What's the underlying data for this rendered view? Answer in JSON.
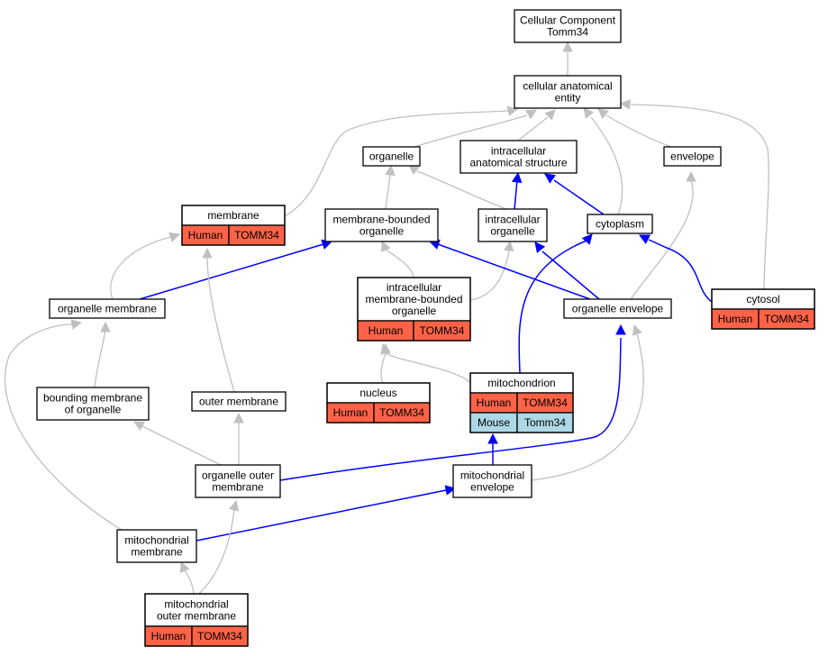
{
  "nodes": {
    "root": {
      "lines": [
        "Cellular Component",
        "Tomm34"
      ]
    },
    "cae": {
      "lines": [
        "cellular anatomical",
        "entity"
      ]
    },
    "organelle": {
      "lines": [
        "organelle"
      ]
    },
    "ias": {
      "lines": [
        "intracellular",
        "anatomical structure"
      ]
    },
    "envelope": {
      "lines": [
        "envelope"
      ]
    },
    "membrane": {
      "lines": [
        "membrane"
      ],
      "table": [
        [
          "Human",
          "TOMM34"
        ]
      ]
    },
    "mbo": {
      "lines": [
        "membrane-bounded",
        "organelle"
      ]
    },
    "io": {
      "lines": [
        "intracellular",
        "organelle"
      ]
    },
    "cytoplasm": {
      "lines": [
        "cytoplasm"
      ]
    },
    "cytosol": {
      "lines": [
        "cytosol"
      ],
      "table": [
        [
          "Human",
          "TOMM34"
        ]
      ]
    },
    "imbo": {
      "lines": [
        "intracellular",
        "membrane-bounded",
        "organelle"
      ],
      "table": [
        [
          "Human",
          "TOMM34"
        ]
      ]
    },
    "om": {
      "lines": [
        "organelle membrane"
      ]
    },
    "oe": {
      "lines": [
        "organelle envelope"
      ]
    },
    "nucleus": {
      "lines": [
        "nucleus"
      ],
      "table": [
        [
          "Human",
          "TOMM34"
        ]
      ]
    },
    "mito": {
      "lines": [
        "mitochondrion"
      ],
      "table": [
        [
          "Human",
          "TOMM34"
        ],
        [
          "Mouse",
          "Tomm34"
        ]
      ]
    },
    "bmo": {
      "lines": [
        "bounding membrane",
        "of organelle"
      ]
    },
    "outer": {
      "lines": [
        "outer membrane"
      ]
    },
    "oom": {
      "lines": [
        "organelle outer",
        "membrane"
      ]
    },
    "me": {
      "lines": [
        "mitochondrial",
        "envelope"
      ]
    },
    "mm": {
      "lines": [
        "mitochondrial",
        "membrane"
      ]
    },
    "mom": {
      "lines": [
        "mitochondrial",
        "outer membrane"
      ],
      "table": [
        [
          "Human",
          "TOMM34"
        ]
      ]
    }
  },
  "colors": {
    "human": "#ff6347",
    "mouse": "#add8e6",
    "is_a_edge": "#c0c0c0",
    "part_of_edge": "#0000ff"
  },
  "edges": [
    {
      "from": "cae",
      "to": "root",
      "type": "is_a"
    },
    {
      "from": "organelle",
      "to": "cae",
      "type": "is_a"
    },
    {
      "from": "ias",
      "to": "cae",
      "type": "is_a"
    },
    {
      "from": "envelope",
      "to": "cae",
      "type": "is_a"
    },
    {
      "from": "membrane",
      "to": "cae",
      "type": "is_a"
    },
    {
      "from": "cytoplasm",
      "to": "cae",
      "type": "is_a"
    },
    {
      "from": "cytosol",
      "to": "cae",
      "type": "is_a"
    },
    {
      "from": "mbo",
      "to": "organelle",
      "type": "is_a"
    },
    {
      "from": "io",
      "to": "organelle",
      "type": "is_a"
    },
    {
      "from": "io",
      "to": "ias",
      "type": "part_of"
    },
    {
      "from": "cytoplasm",
      "to": "ias",
      "type": "part_of"
    },
    {
      "from": "imbo",
      "to": "mbo",
      "type": "is_a"
    },
    {
      "from": "imbo",
      "to": "io",
      "type": "is_a"
    },
    {
      "from": "om",
      "to": "membrane",
      "type": "is_a"
    },
    {
      "from": "om",
      "to": "mbo",
      "type": "part_of"
    },
    {
      "from": "oe",
      "to": "mbo",
      "type": "part_of"
    },
    {
      "from": "oe",
      "to": "io",
      "type": "part_of"
    },
    {
      "from": "oe",
      "to": "envelope",
      "type": "is_a"
    },
    {
      "from": "cytosol",
      "to": "cytoplasm",
      "type": "part_of"
    },
    {
      "from": "mito",
      "to": "cytoplasm",
      "type": "part_of"
    },
    {
      "from": "mito",
      "to": "imbo",
      "type": "is_a"
    },
    {
      "from": "nucleus",
      "to": "imbo",
      "type": "is_a"
    },
    {
      "from": "bmo",
      "to": "om",
      "type": "is_a"
    },
    {
      "from": "outer",
      "to": "membrane",
      "type": "is_a"
    },
    {
      "from": "mm",
      "to": "om",
      "type": "is_a"
    },
    {
      "from": "oom",
      "to": "bmo",
      "type": "is_a"
    },
    {
      "from": "oom",
      "to": "outer",
      "type": "is_a"
    },
    {
      "from": "oom",
      "to": "oe",
      "type": "part_of"
    },
    {
      "from": "me",
      "to": "mito",
      "type": "part_of"
    },
    {
      "from": "me",
      "to": "oe",
      "type": "is_a"
    },
    {
      "from": "mm",
      "to": "me",
      "type": "part_of"
    },
    {
      "from": "mom",
      "to": "mm",
      "type": "is_a"
    },
    {
      "from": "mom",
      "to": "oom",
      "type": "is_a"
    }
  ]
}
